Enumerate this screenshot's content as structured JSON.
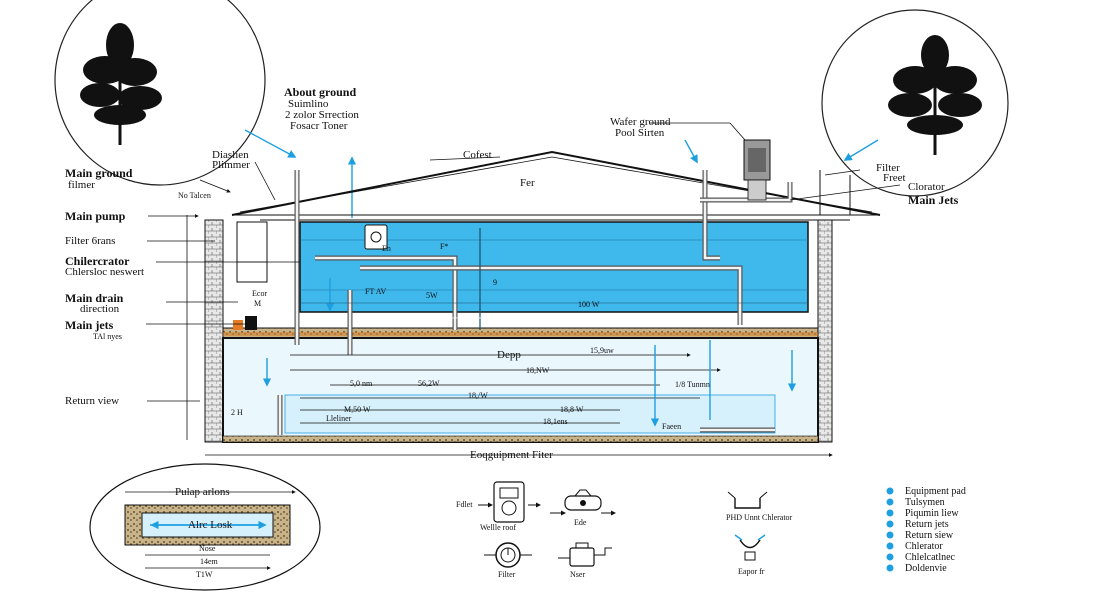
{
  "colors": {
    "water": "#3fb8ec",
    "water_light": "#cfeefb",
    "accent": "#1e9fe0",
    "wall": "#333333",
    "soil": "#8a6a3e"
  },
  "top_labels": {
    "about_ground": [
      "About ground",
      "Suimlino",
      "2 zolor Srrection",
      "Fosacr Toner"
    ],
    "water_ground": [
      "Wafer ground",
      "Pool Sirten"
    ],
    "riser": [
      "Diaslien",
      "Plimmer"
    ],
    "cofest": "Cofest",
    "fer": "Fer",
    "no_talen": "No Talcen"
  },
  "left_labels": {
    "main_ground": [
      "Main ground",
      "filmer"
    ],
    "main_pump": "Main pump",
    "filter_grams": "Filter 6rans",
    "chlorinator": [
      "Chilercrator",
      "Chlersloc neswert"
    ],
    "main_drain": [
      "Main drain",
      "direction"
    ],
    "main_jets": "Main jets",
    "tal_nyes": "TAl nyes",
    "return_view": "Return view"
  },
  "right_labels": {
    "filter": "Filter",
    "freet": "Freet",
    "clorator": "Clorator",
    "main_jets": "Main Jets"
  },
  "inner_labels": {
    "en": "En",
    "fpstar": "F*",
    "ftav": "FT AV",
    "swl": "5W",
    "hundred": "100 W",
    "nine": "9",
    "depp": "Depp",
    "fifteen": "15,9uw",
    "eighteen": "18,NW",
    "d1": "5,0 nm",
    "d2": "56,2W",
    "d3": "18,/W",
    "d4": "1/8 Tunmn",
    "d5": "M,50 W",
    "d6": "18,8 W",
    "d7": "18,1ens",
    "d8": "Lleliner",
    "d9": "Faeen",
    "d10": "2 H",
    "d11": "Ecor",
    "d12": "M"
  },
  "equipment_filter": "Eoqguipment Fiter",
  "inset": {
    "title": "Pulap arlons",
    "inner": "Alrc Losk",
    "bottom": "Nose",
    "dim1": "14em",
    "dim2": "T1W"
  },
  "equipment_icons": [
    {
      "name": "Wellle roof",
      "tag": "Fdlet"
    },
    {
      "name": "Ede",
      "tag": "Ede"
    },
    {
      "name": "Filter",
      "tag": ""
    },
    {
      "name": "Nser",
      "tag": ""
    },
    {
      "name": "PHD Unnt Chlerator",
      "tag": ""
    },
    {
      "name": "Eapor fr",
      "tag": ""
    }
  ],
  "legend": [
    "Equipment pad",
    "Tulsymen",
    "Piqumin liew",
    "Return jets",
    "Return siew",
    "Chlerator",
    "Chlelcatlnec",
    "Doldenvie"
  ]
}
